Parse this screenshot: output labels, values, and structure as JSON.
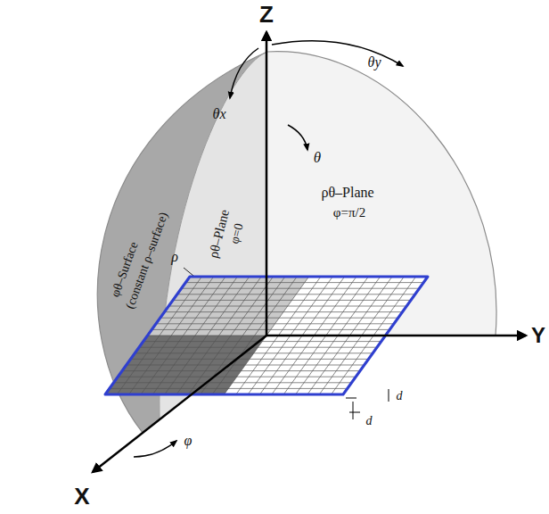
{
  "diagram": {
    "labels": [
      "Z",
      "θy",
      "θx",
      "θ",
      "φθ–Surface",
      "(constant ρ–surface)",
      "ρθ–Plane",
      "φ=0",
      "ρθ–Plane",
      "φ=π/2",
      "ρ",
      "Y",
      "d",
      "d",
      "φ",
      "X"
    ]
  }
}
